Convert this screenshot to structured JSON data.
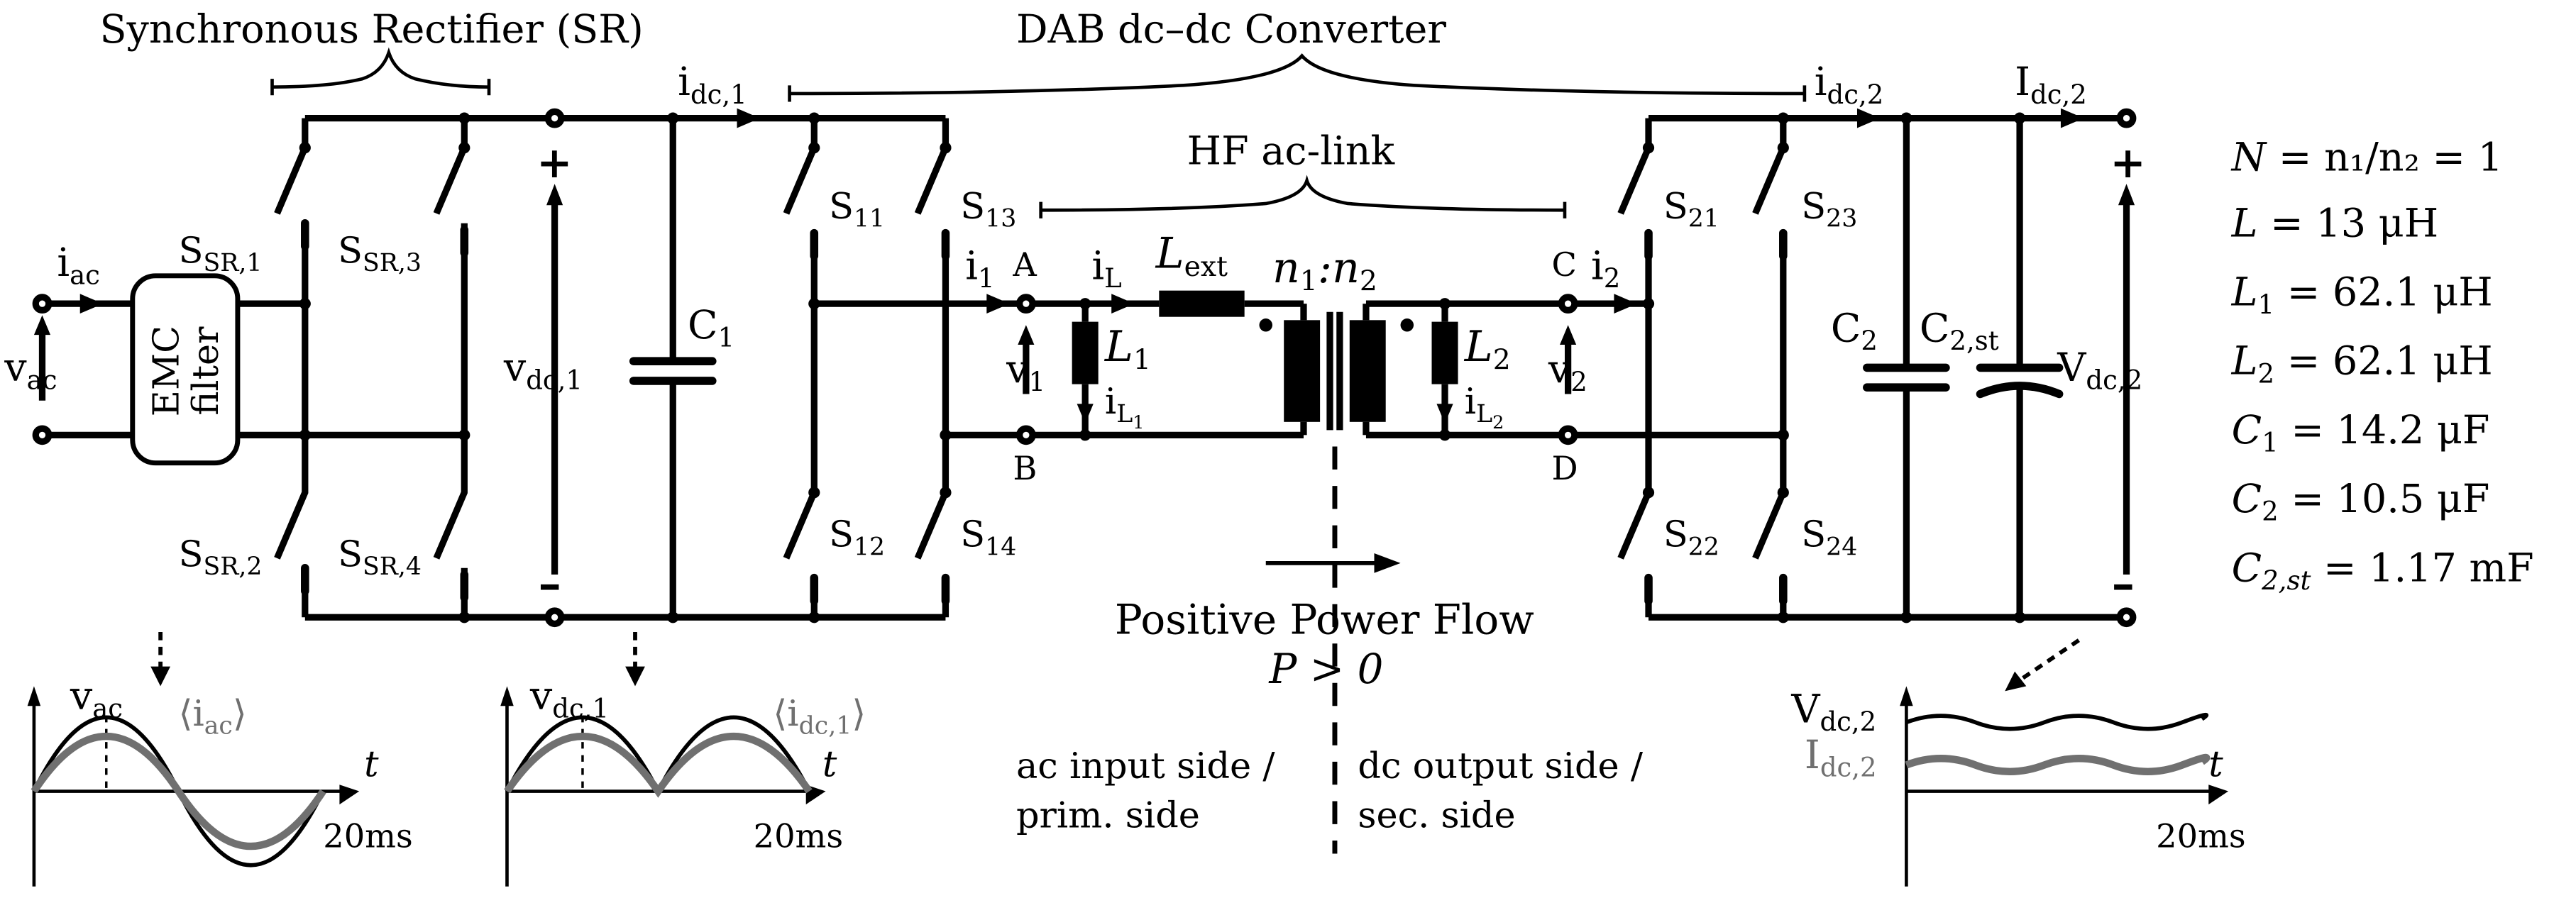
{
  "titles": {
    "sr": "Synchronous Rectifier (SR)",
    "dab": "DAB dc–dc Converter",
    "hf": "HF ac-link"
  },
  "emc": {
    "line1": "EMC",
    "line2": "filter"
  },
  "switches": {
    "sr1": {
      "base": "S",
      "sub": "SR,1"
    },
    "sr2": {
      "base": "S",
      "sub": "SR,2"
    },
    "sr3": {
      "base": "S",
      "sub": "SR,3"
    },
    "sr4": {
      "base": "S",
      "sub": "SR,4"
    },
    "s11": {
      "base": "S",
      "sub": "11"
    },
    "s12": {
      "base": "S",
      "sub": "12"
    },
    "s13": {
      "base": "S",
      "sub": "13"
    },
    "s14": {
      "base": "S",
      "sub": "14"
    },
    "s21": {
      "base": "S",
      "sub": "21"
    },
    "s22": {
      "base": "S",
      "sub": "22"
    },
    "s23": {
      "base": "S",
      "sub": "23"
    },
    "s24": {
      "base": "S",
      "sub": "24"
    }
  },
  "symbols": {
    "iac": {
      "base": "i",
      "sub": "ac"
    },
    "vac": {
      "base": "v",
      "sub": "ac"
    },
    "idc1": {
      "base": "i",
      "sub": "dc,1"
    },
    "vdc1": {
      "base": "v",
      "sub": "dc,1"
    },
    "c1": {
      "base": "C",
      "sub": "1"
    },
    "i1": {
      "base": "i",
      "sub": "1"
    },
    "iL": {
      "base": "i",
      "sub": "L"
    },
    "lext": {
      "base": "L",
      "sub": "ext"
    },
    "turns": {
      "n1": "n",
      "n1sub": "1",
      "colon": ":",
      "n2": "n",
      "n2sub": "2"
    },
    "L1": {
      "base": "L",
      "sub": "1"
    },
    "L2": {
      "base": "L",
      "sub": "2"
    },
    "v1": {
      "base": "v",
      "sub": "1"
    },
    "v2": {
      "base": "v",
      "sub": "2"
    },
    "iL1": {
      "base": "i",
      "sub": "L",
      "subsub": "1"
    },
    "iL2": {
      "base": "i",
      "sub": "L",
      "subsub": "2"
    },
    "i2": {
      "base": "i",
      "sub": "2"
    },
    "idc2": {
      "base": "i",
      "sub": "dc,2"
    },
    "Idc2": {
      "base": "I",
      "sub": "dc,2"
    },
    "c2": {
      "base": "C",
      "sub": "2"
    },
    "c2st": {
      "base": "C",
      "sub": "2,st"
    },
    "Vdc2": {
      "base": "V",
      "sub": "dc,2"
    }
  },
  "nodes": {
    "A": "A",
    "B": "B",
    "C": "C",
    "D": "D"
  },
  "polarity": {
    "plus": "+",
    "minus": "–"
  },
  "params": [
    {
      "lhs": "N",
      "lhs_sub": "",
      "rhs": "= n₁/n₂ = 1"
    },
    {
      "lhs": "L",
      "lhs_sub": "",
      "rhs": "= 13 μH"
    },
    {
      "lhs": "L",
      "lhs_sub": "1",
      "rhs": "= 62.1 μH"
    },
    {
      "lhs": "L",
      "lhs_sub": "2",
      "rhs": "= 62.1 μH"
    },
    {
      "lhs": "C",
      "lhs_sub": "1",
      "rhs": "= 14.2 μF"
    },
    {
      "lhs": "C",
      "lhs_sub": "2",
      "rhs": "= 10.5 μF"
    },
    {
      "lhs": "C",
      "lhs_sub": "2,st",
      "rhs": "= 1.17 mF"
    }
  ],
  "power": {
    "line1": "Positive Power Flow",
    "line2": "P > 0"
  },
  "sides": {
    "left_line1": "ac input side /",
    "left_line2": "prim. side",
    "right_line1": "dc output side /",
    "right_line2": "sec. side"
  },
  "waveforms": {
    "w1": {
      "v_base": "v",
      "v_sub": "ac",
      "i_label": "⟨i",
      "i_sub": "ac",
      "i_close": "⟩",
      "t": "t",
      "period": "20ms"
    },
    "w2": {
      "v_base": "v",
      "v_sub": "dc,1",
      "i_label": "⟨i",
      "i_sub": "dc,1",
      "i_close": "⟩",
      "t": "t",
      "period": "20ms"
    },
    "w3": {
      "v_base": "V",
      "v_sub": "dc,2",
      "i_base": "I",
      "i_sub": "dc,2",
      "t": "t",
      "period": "20ms"
    }
  },
  "colors": {
    "wire": "#000000",
    "current_wave": "#707070"
  }
}
